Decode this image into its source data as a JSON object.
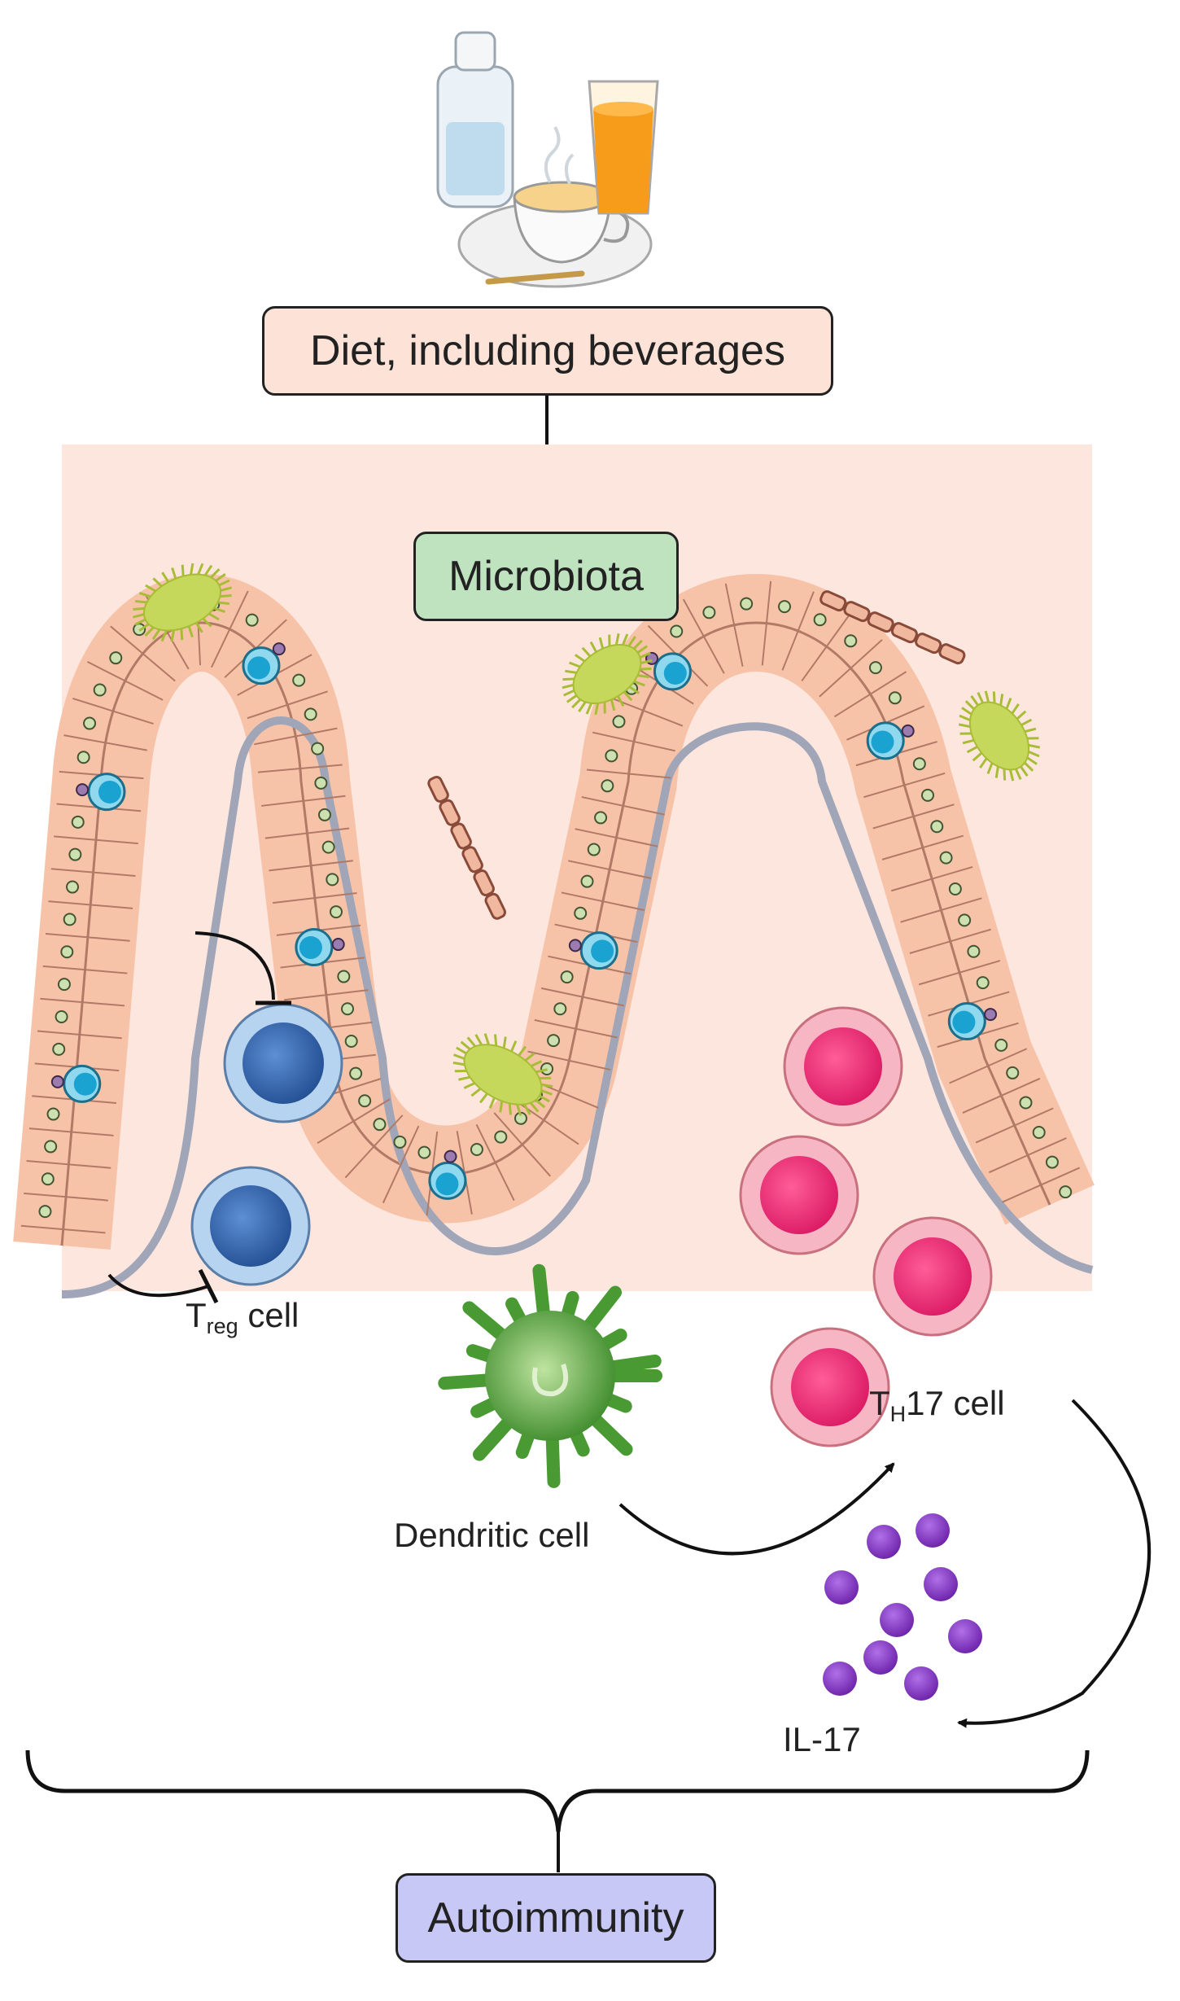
{
  "nodes": {
    "diet": "Diet, including beverages",
    "microbiota": "Microbiota",
    "autoimmunity": "Autoimmunity"
  },
  "cells": {
    "treg": {
      "main": "T",
      "sub": "reg",
      "suffix": " cell"
    },
    "th17": {
      "main": "T",
      "sub": "H",
      "suffix": "17 cell"
    },
    "dendritic": "Dendritic cell",
    "il17": "IL-17"
  },
  "colors": {
    "diet_box_fill": "#fde3d7",
    "microbiota_box_fill": "#bfe3bf",
    "autoimmunity_box_fill": "#c8c8f6",
    "lumen_background": "#fde6dd",
    "epithelial_cell": "#f7c3a8",
    "goblet_cell": "#8fd8ee",
    "treg_cell": "#2f62a8",
    "th17_cell": "#ec2a72",
    "dendritic_cell": "#4a9a34",
    "il17": "#8a3cc4",
    "bacteria": "#c6d85c"
  }
}
